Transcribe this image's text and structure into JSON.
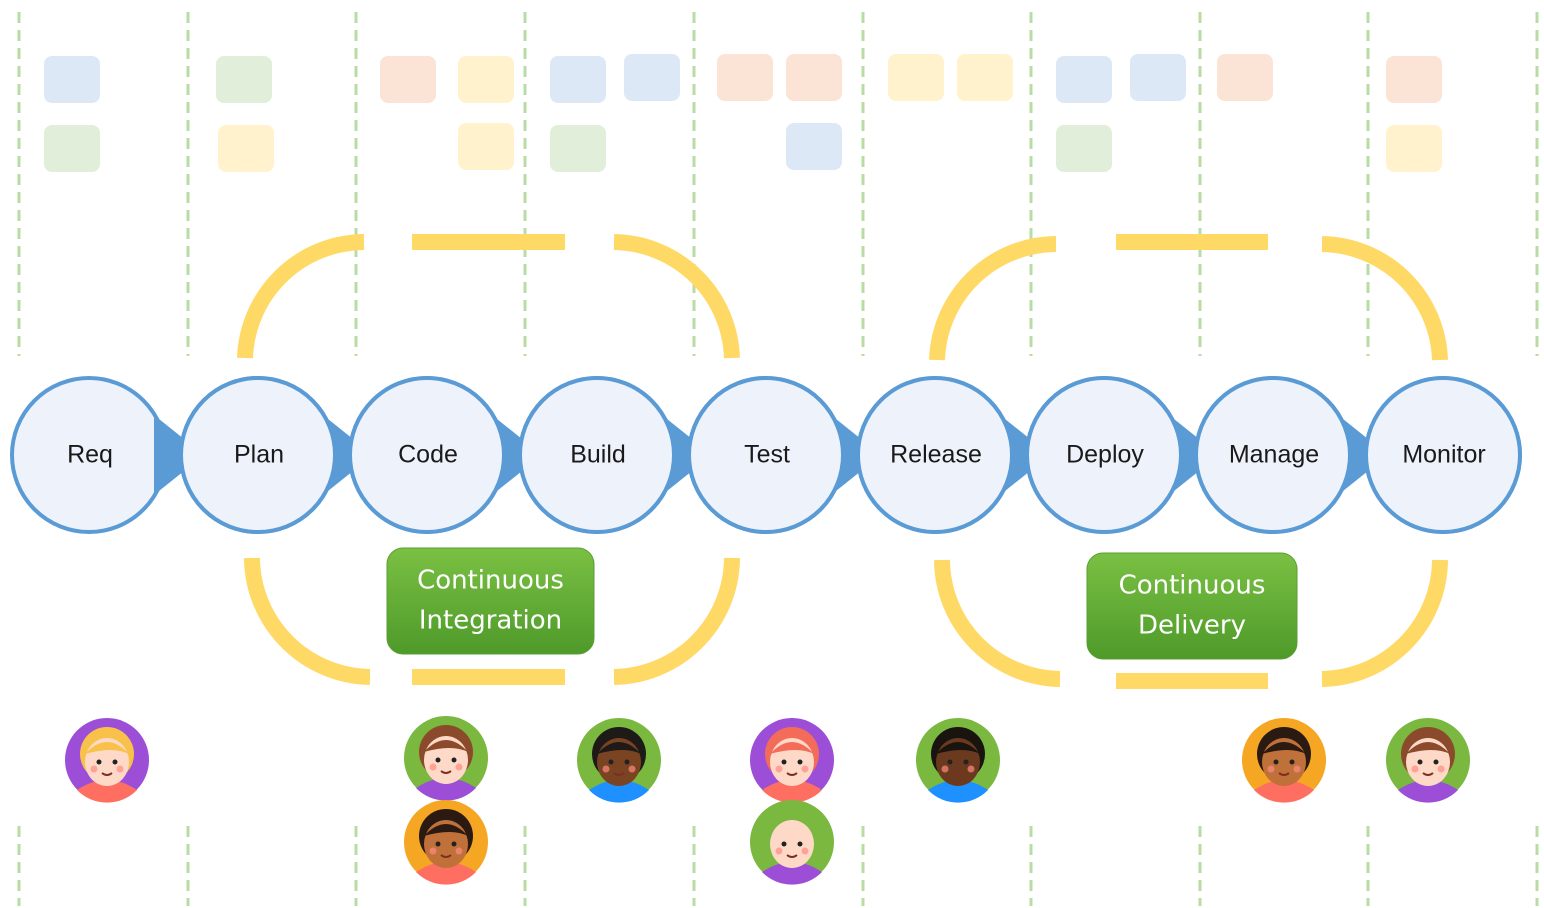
{
  "stages": [
    "Req",
    "Plan",
    "Code",
    "Build",
    "Test",
    "Release",
    "Deploy",
    "Manage",
    "Monitor"
  ],
  "groups": [
    {
      "lines": [
        "Continuous",
        "Integration"
      ]
    },
    {
      "lines": [
        "Continuous",
        "Delivery"
      ]
    }
  ],
  "colors": {
    "node_fill": "#eef3fb",
    "node_stroke": "#5b9bd5",
    "loop": "#ffd966",
    "divider": "#b8dca4",
    "pill_top": "#7ac043",
    "pill_bottom": "#4e9a2a",
    "sticky_blue": "#dde8f6",
    "sticky_green": "#e1efda",
    "sticky_orange": "#fbe3d6",
    "sticky_yellow": "#fff2cc"
  },
  "cards": [
    [
      "blue",
      "green"
    ],
    [
      "green",
      "yellow"
    ],
    [
      "orange",
      "yellow",
      "yellow"
    ],
    [
      "blue",
      "blue",
      "green"
    ],
    [
      "orange",
      "orange",
      "blue"
    ],
    [
      "yellow",
      "yellow"
    ],
    [
      "blue",
      "blue",
      "green"
    ],
    [
      "orange"
    ],
    [
      "orange",
      "yellow"
    ]
  ],
  "people": [
    {
      "icon": "person-blonde-icon",
      "bg": "#9c4fd6"
    },
    {
      "icon": "person-brown-hair-icon",
      "bg": "#7ab83f"
    },
    {
      "icon": "person-mustache-icon",
      "bg": "#f5a623"
    },
    {
      "icon": "person-dark-hair-icon",
      "bg": "#7ab83f"
    },
    {
      "icon": "person-red-hair-icon",
      "bg": "#9c4fd6"
    },
    {
      "icon": "person-bald-icon",
      "bg": "#7ab83f"
    },
    {
      "icon": "person-curly-hair-icon",
      "bg": "#7ab83f"
    },
    {
      "icon": "person-short-hair-icon",
      "bg": "#f5a623"
    },
    {
      "icon": "person-brunette-icon",
      "bg": "#7ab83f"
    }
  ]
}
